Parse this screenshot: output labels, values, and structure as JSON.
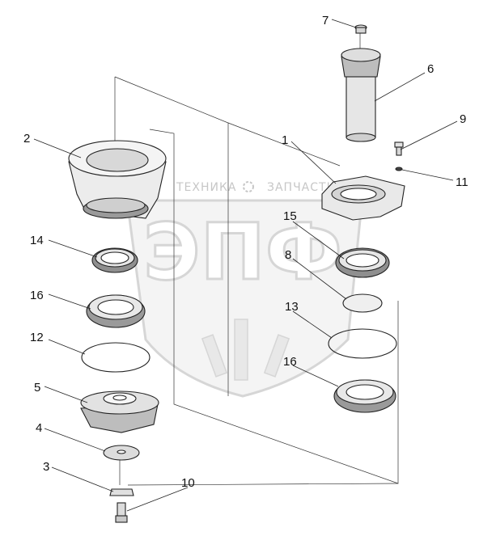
{
  "watermark": {
    "brand_left": "ТЕХНИКА",
    "brand_right": "ЗАПЧАСТИ",
    "logo_letters": "ЭПФ",
    "colors": {
      "outline": "#c9c9c9",
      "fill": "#f1f1f1"
    }
  },
  "callouts": {
    "c1": "1",
    "c2": "2",
    "c3": "3",
    "c4": "4",
    "c5": "5",
    "c6": "6",
    "c7": "7",
    "c8": "8",
    "c9": "9",
    "c10": "10",
    "c11": "11",
    "c12": "12",
    "c13": "13",
    "c14": "14",
    "c15": "15",
    "c16a": "16",
    "c16b": "16"
  },
  "colors": {
    "line": "#222222",
    "part_fill": "#e6e6e6",
    "part_dark": "#8a8a8a",
    "background": "#ffffff"
  }
}
